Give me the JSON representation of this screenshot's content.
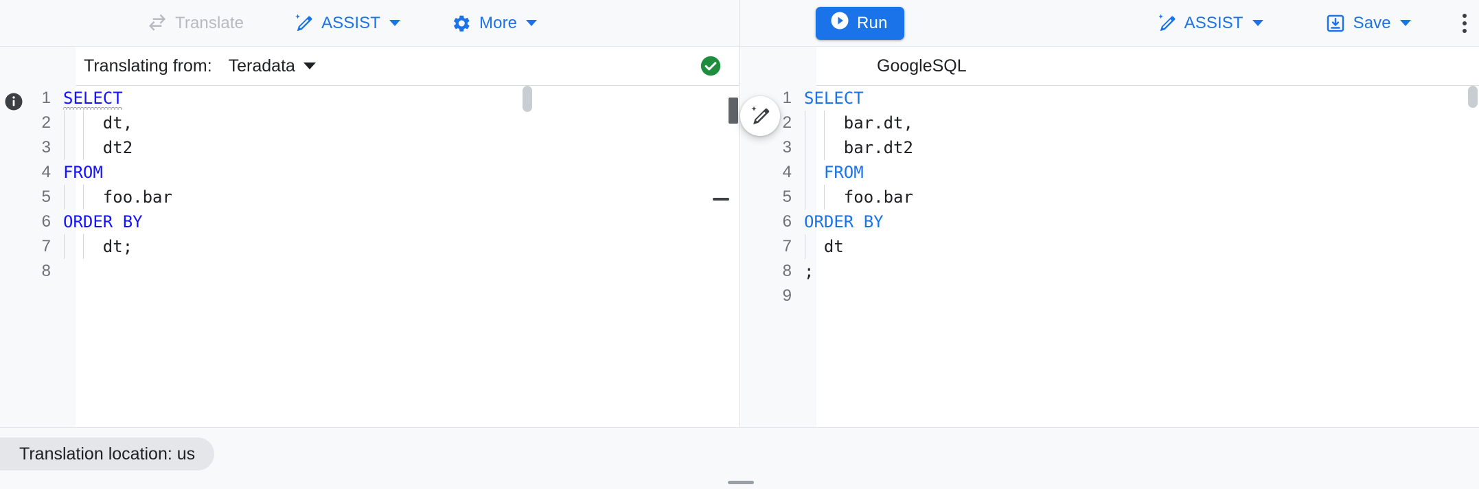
{
  "toolbar": {
    "left_buttons": [
      {
        "name": "translate",
        "label": "Translate",
        "icon": "translate-arrows-icon",
        "disabled": true,
        "caret": false
      },
      {
        "name": "assist",
        "label": "ASSIST",
        "icon": "assist-wand-icon",
        "disabled": false,
        "caret": true
      },
      {
        "name": "more",
        "label": "More",
        "icon": "gear-icon",
        "disabled": false,
        "caret": true
      }
    ],
    "run_label": "Run",
    "right_buttons": [
      {
        "name": "assist",
        "label": "ASSIST",
        "icon": "assist-wand-icon",
        "caret": true
      },
      {
        "name": "save",
        "label": "Save",
        "icon": "save-download-icon",
        "caret": true
      }
    ],
    "overflow_label": "More options"
  },
  "source_pane": {
    "translating_from_label": "Translating from:",
    "dialect": "Teradata",
    "status_icon": "check-circle-icon",
    "status_color": "#1e8e3e",
    "info_icon": "info-icon",
    "lines": [
      {
        "n": "1",
        "text": "SELECT",
        "kw": true,
        "indent": 0,
        "squiggle": true
      },
      {
        "n": "2",
        "text": "dt,",
        "kw": false,
        "indent": 2
      },
      {
        "n": "3",
        "text": "dt2",
        "kw": false,
        "indent": 2
      },
      {
        "n": "4",
        "text": "FROM",
        "kw": true,
        "indent": 0
      },
      {
        "n": "5",
        "text": "foo.bar",
        "kw": false,
        "indent": 2
      },
      {
        "n": "6",
        "text": "ORDER BY",
        "kw": true,
        "indent": 0
      },
      {
        "n": "7",
        "text": "dt;",
        "kw": false,
        "indent": 2
      },
      {
        "n": "8",
        "text": "",
        "kw": false,
        "indent": 0
      }
    ]
  },
  "target_pane": {
    "dialect": "GoogleSQL",
    "assist_fab_icon": "assist-wand-icon",
    "lines": [
      {
        "n": "1",
        "text": "SELECT",
        "kw": true,
        "indent": 0
      },
      {
        "n": "2",
        "text": "bar.dt,",
        "kw": false,
        "indent": 2
      },
      {
        "n": "3",
        "text": "bar.dt2",
        "kw": false,
        "indent": 2
      },
      {
        "n": "4",
        "text": "FROM",
        "kw": true,
        "indent": 1
      },
      {
        "n": "5",
        "text": "foo.bar",
        "kw": false,
        "indent": 2
      },
      {
        "n": "6",
        "text": "ORDER BY",
        "kw": true,
        "indent": 0
      },
      {
        "n": "7",
        "text": "dt",
        "kw": false,
        "indent": 1
      },
      {
        "n": "8",
        "text": ";",
        "kw": false,
        "indent": 0
      },
      {
        "n": "9",
        "text": "",
        "kw": false,
        "indent": 0
      }
    ]
  },
  "status_bar": {
    "translation_location": "Translation location: us"
  },
  "colors": {
    "accent": "#1a73e8",
    "success": "#1e8e3e",
    "keyword": "#1414ff",
    "keyword_target": "#1a73e8",
    "toolbar_bg": "#f8f9fa",
    "disabled_text": "#b7bbbf"
  }
}
